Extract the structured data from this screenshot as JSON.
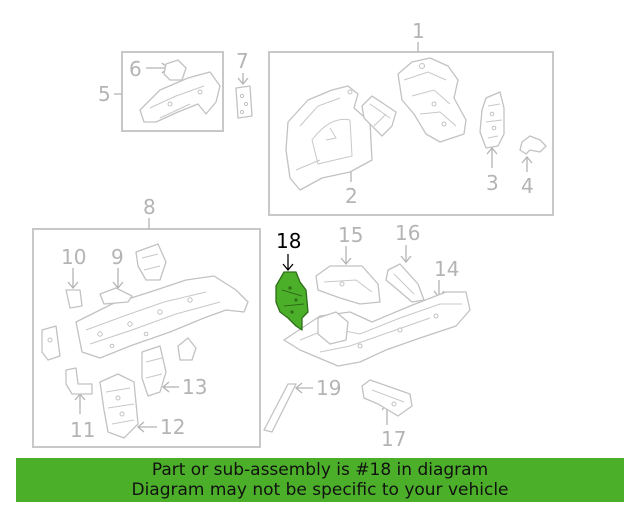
{
  "callouts": {
    "c1": "1",
    "c2": "2",
    "c3": "3",
    "c4": "4",
    "c5": "5",
    "c6": "6",
    "c7": "7",
    "c8": "8",
    "c9": "9",
    "c10": "10",
    "c11": "11",
    "c12": "12",
    "c13": "13",
    "c14": "14",
    "c15": "15",
    "c16": "16",
    "c17": "17",
    "c18": "18",
    "c19": "19"
  },
  "highlight": {
    "part": "18",
    "color": "#4caf2a"
  },
  "banner": {
    "line1": "Part or sub-assembly is #18 in diagram",
    "line2": "Diagram may not be specific to your vehicle",
    "color": "#4caf2a"
  }
}
